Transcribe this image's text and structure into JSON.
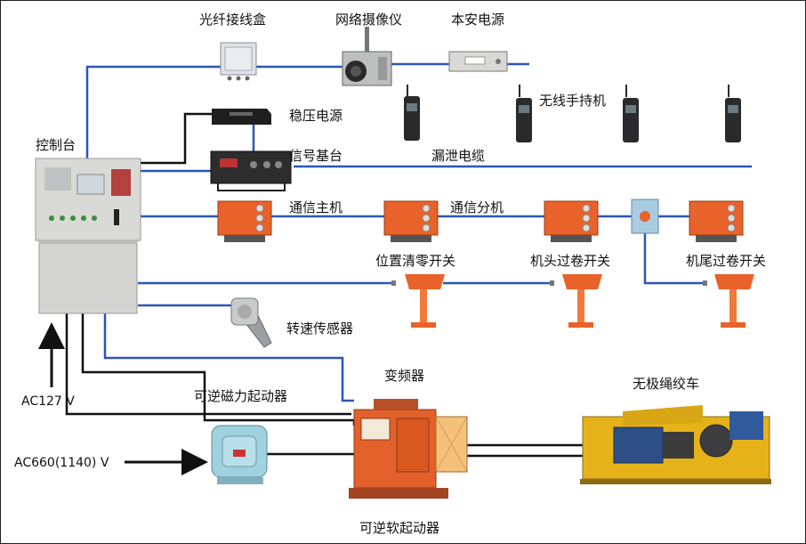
{
  "labels": {
    "fiber_box": "光纤接线盒",
    "camera": "网络摄像仪",
    "intrinsic_power": "本安电源",
    "wireless_handheld": "无线手持机",
    "stabilizer": "稳压电源",
    "control_console": "控制台",
    "signal_base": "信号基台",
    "leaky_cable": "漏泄电缆",
    "comm_host": "通信主机",
    "comm_extension": "通信分机",
    "position_reset_switch": "位置清零开关",
    "head_overwind_switch": "机头过卷开关",
    "tail_overwind_switch": "机尾过卷开关",
    "speed_sensor": "转速传感器",
    "inverter": "变频器",
    "reversible_magnetic_starter": "可逆磁力起动器",
    "endless_rope_winch": "无极绳绞车",
    "reversible_soft_starter": "可逆软起动器",
    "ac127": "AC127  V",
    "ac660": "AC660(1140)  V"
  },
  "colors": {
    "line_blue": "#2b56b5",
    "line_black": "#111111",
    "orange": "#e8622a",
    "winch_yellow": "#e5b21a"
  }
}
